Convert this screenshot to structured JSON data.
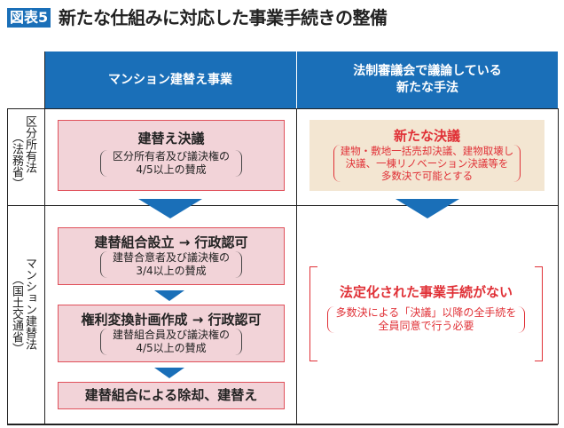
{
  "figure": {
    "badge": "図表5",
    "title": "新たな仕組みに対応した事業手続きの整備"
  },
  "headers": {
    "col1": "マンション建替え事業",
    "col2_line1": "法制審議会で議論している",
    "col2_line2": "新たな手法"
  },
  "rows": {
    "row1_label_main": "区分所有法",
    "row1_label_sub": "（法務省）",
    "row2_label_main": "マンション建替法",
    "row2_label_sub": "（国土交通省）"
  },
  "left": {
    "box1": {
      "title": "建替え決議",
      "line1": "区分所有者及び議決権の",
      "line2": "4/5以上の賛成"
    },
    "box2": {
      "title": "建替組合設立 → 行政認可",
      "line1": "建替合意者及び議決権の",
      "line2": "3/4以上の賛成"
    },
    "box3": {
      "title": "権利変換計画作成 → 行政認可",
      "line1": "建替組合員及び議決権の",
      "line2": "4/5以上の賛成"
    },
    "box4": {
      "title": "建替組合による除却、建替え"
    }
  },
  "right": {
    "box1": {
      "title": "新たな決議",
      "line1": "建物・敷地一括売却決議、建物取壊し",
      "line2": "決議、一棟リノベーション決議等を",
      "line3": "多数決で可能とする"
    },
    "box2": {
      "title": "法定化された事業手続がない",
      "line1": "多数決による「決議」以降の全手続を",
      "line2": "全員同意で行う必要"
    }
  },
  "colors": {
    "blue": "#1a6fb8",
    "red": "#e03036",
    "pink": "#f2d3d8",
    "beige": "#f3e6d2"
  }
}
